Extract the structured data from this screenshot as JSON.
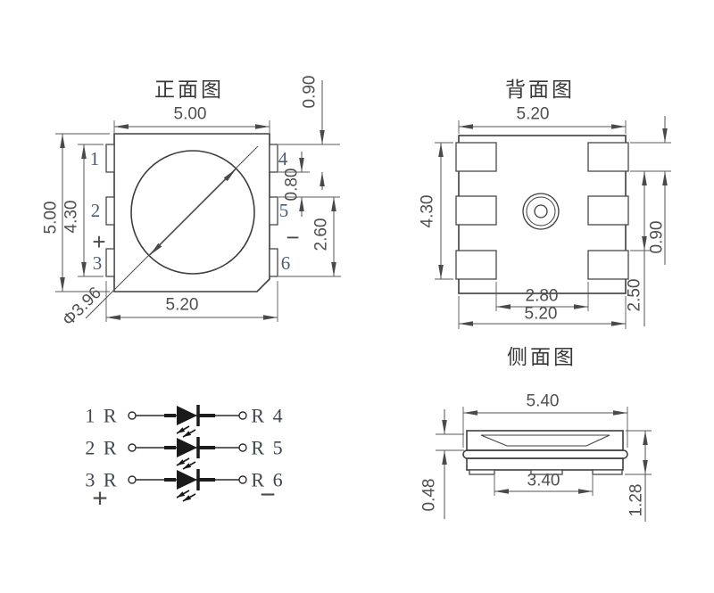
{
  "front_view": {
    "title": "正面图",
    "dim_top_width": "5.00",
    "dim_left_outer_height": "5.00",
    "dim_left_pin_span": "4.30",
    "dim_bottom_width": "5.20",
    "dim_pin_height": "0.90",
    "dim_pin_gap": "0.80",
    "dim_pin56_span": "2.60",
    "dim_lens_diameter": "Φ3.96",
    "pins_left": [
      "1",
      "2",
      "3"
    ],
    "pins_right": [
      "4",
      "5",
      "6"
    ],
    "plus": "+",
    "minus": "−"
  },
  "back_view": {
    "title": "背面图",
    "dim_top_width": "5.20",
    "dim_pad_span": "4.30",
    "dim_pad_height": "0.90",
    "dim_pad_gap_span": "2.50",
    "dim_inner_gap": "2.80",
    "dim_bottom_width": "5.20"
  },
  "side_view": {
    "title": "侧面图",
    "dim_width": "5.40",
    "dim_feet_span": "3.40",
    "dim_cup_depth": "0.48",
    "dim_total_height": "1.28"
  },
  "circuit": {
    "rows": [
      {
        "left": "1 R",
        "right": "R 4"
      },
      {
        "left": "2 R",
        "right": "R 5"
      },
      {
        "left": "3 R",
        "right": "R 6"
      }
    ],
    "plus": "+",
    "minus": "−"
  },
  "colors": {
    "line": "#3e3e3e",
    "dimension_line": "#535353",
    "pin_label_text": "#4a5b73",
    "background": "#ffffff"
  }
}
